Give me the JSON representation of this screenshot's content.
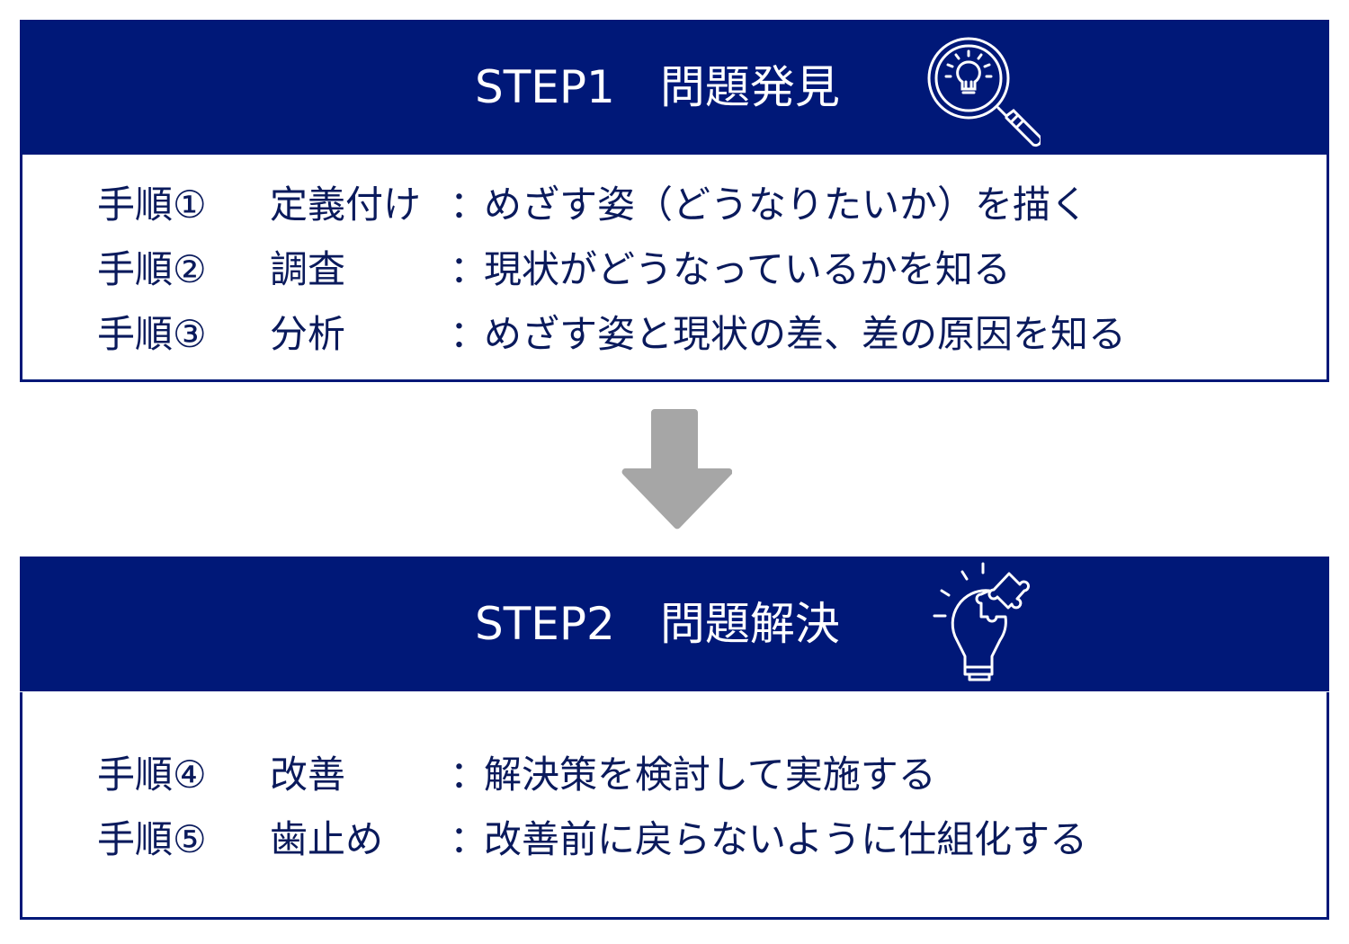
{
  "step1": {
    "title": "STEP1　問題発見",
    "icon": "magnifier-lightbulb-icon",
    "rows": [
      {
        "label": "手順①",
        "name": "定義付け",
        "sep": "：",
        "desc": "めざす姿（どうなりたいか）を描く"
      },
      {
        "label": "手順②",
        "name": "調査",
        "sep": "：",
        "desc": "現状がどうなっているかを知る"
      },
      {
        "label": "手順③",
        "name": "分析",
        "sep": "：",
        "desc": "めざす姿と現状の差、差の原因を知る"
      }
    ]
  },
  "arrow": {
    "icon": "arrow-down-icon",
    "color": "#a6a6a6"
  },
  "step2": {
    "title": "STEP2　問題解決",
    "icon": "lightbulb-puzzle-icon",
    "rows": [
      {
        "label": "手順④",
        "name": "改善",
        "sep": "：",
        "desc": "解決策を検討して実施する"
      },
      {
        "label": "手順⑤",
        "name": "歯止め",
        "sep": "：",
        "desc": "改善前に戻らないように仕組化する"
      }
    ]
  },
  "colors": {
    "navy": "#001878",
    "text": "#0a1a5c"
  }
}
